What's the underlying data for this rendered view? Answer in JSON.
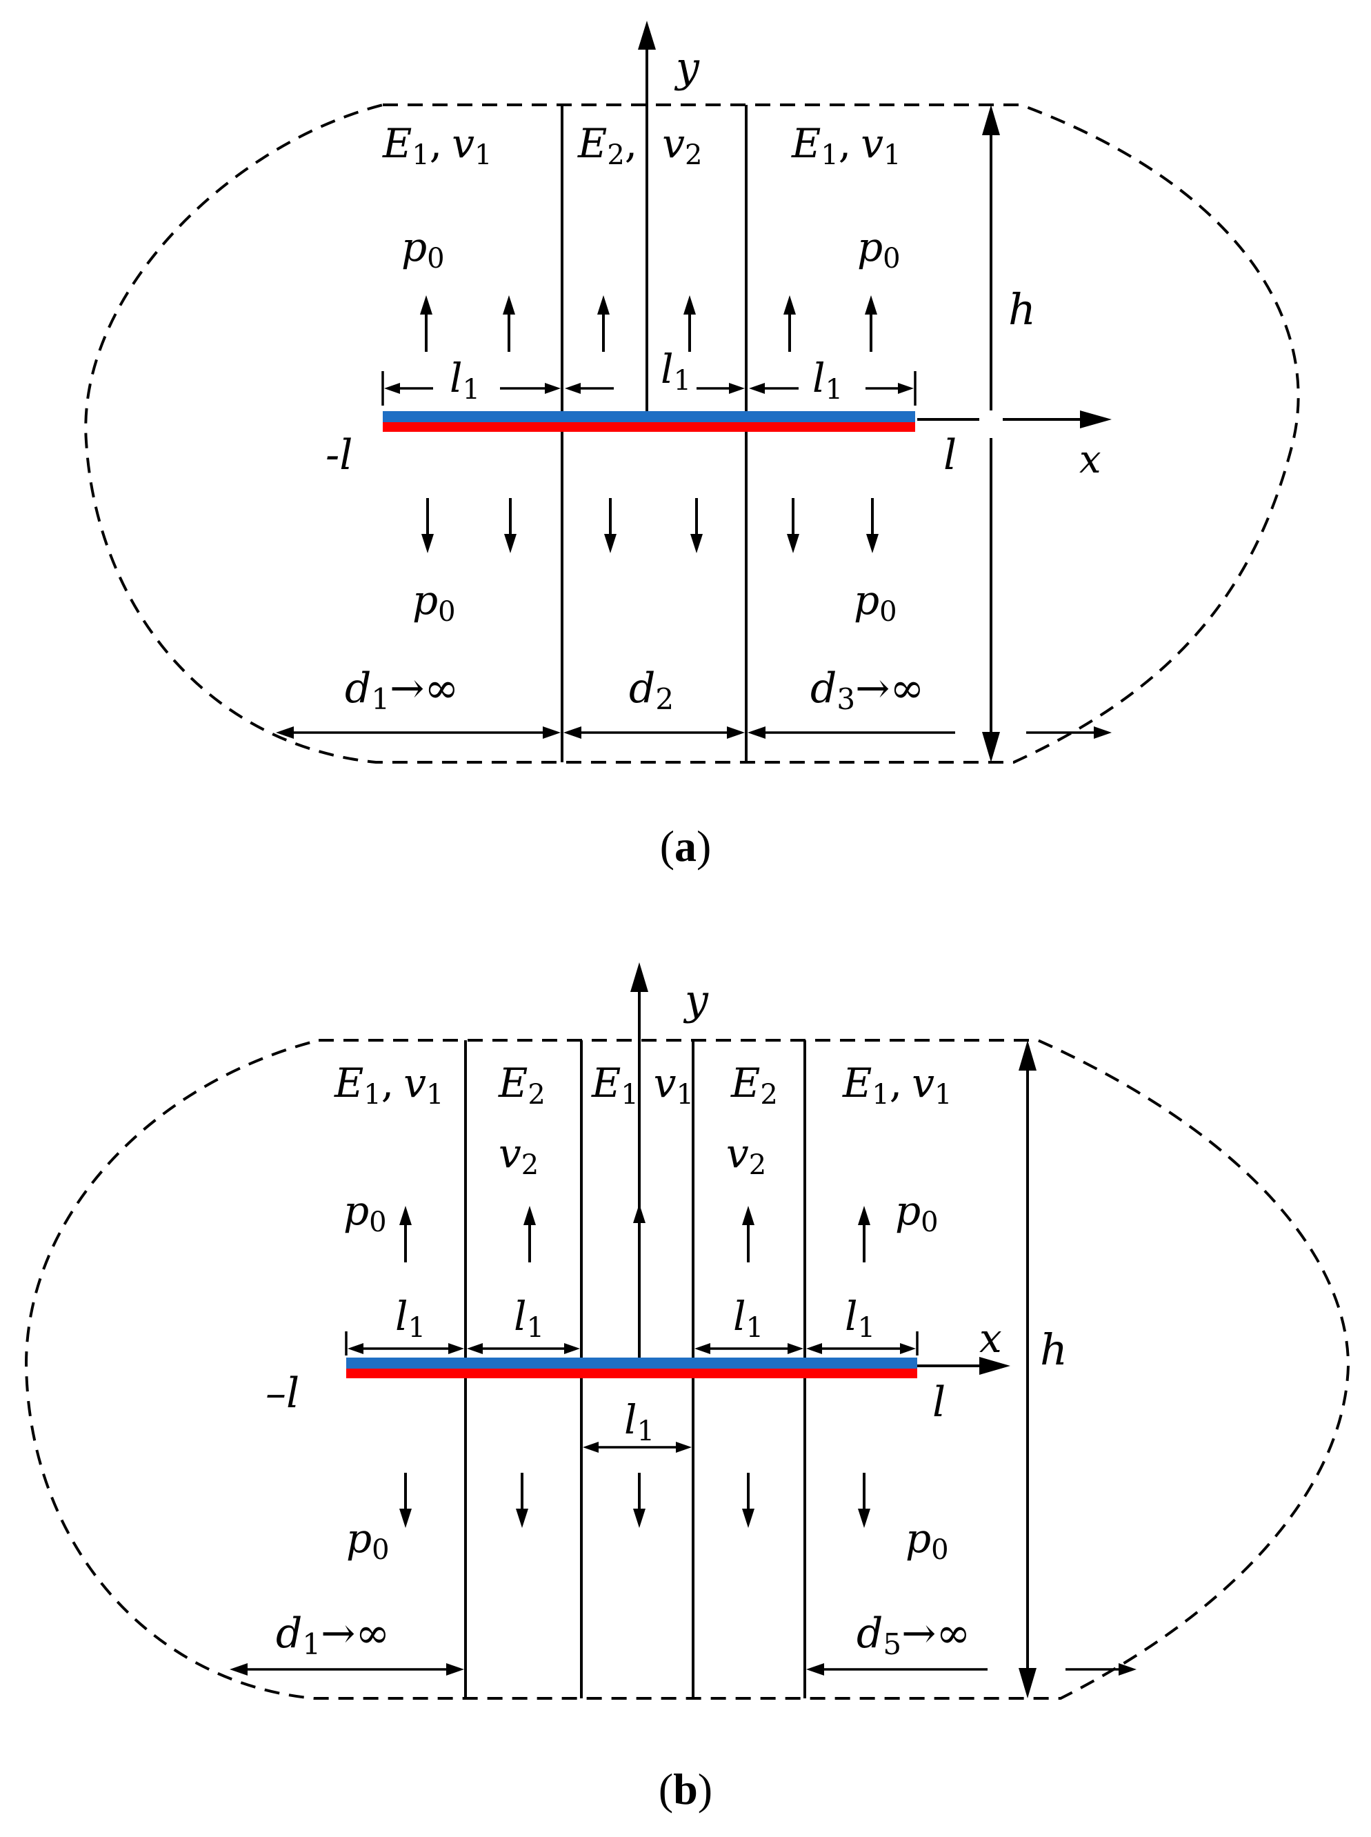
{
  "panels": [
    {
      "id": "a",
      "caption_open": "(",
      "caption_letter": "a",
      "caption_close": ")",
      "axis_x": "x",
      "axis_y": "y",
      "materials": [
        {
          "E_base": "E",
          "E_sub": "1",
          "sep": ",",
          "v_base": "v",
          "v_sub": "1"
        },
        {
          "E_base": "E",
          "E_sub": "2",
          "sep": ",",
          "v_base": "v",
          "v_sub": "2"
        },
        {
          "E_base": "E",
          "E_sub": "1",
          "sep": ",",
          "v_base": "v",
          "v_sub": "1"
        }
      ],
      "load": {
        "base": "p",
        "sub": "0"
      },
      "crack_segment": {
        "base": "l",
        "sub": "1"
      },
      "left_tip": "-l",
      "right_tip": "l",
      "height": "h",
      "widths": [
        {
          "base": "d",
          "sub": "1",
          "suffix": "→∞"
        },
        {
          "base": "d",
          "sub": "2",
          "suffix": ""
        },
        {
          "base": "d",
          "sub": "3",
          "suffix": "→∞"
        }
      ]
    },
    {
      "id": "b",
      "caption_open": "(",
      "caption_letter": "b",
      "caption_close": ")",
      "axis_x": "x",
      "axis_y": "y",
      "materials": [
        {
          "E_base": "E",
          "E_sub": "1",
          "sep": ",",
          "v_base": "v",
          "v_sub": "1"
        },
        {
          "E_base": "E",
          "E_sub": "2",
          "v_base": "v",
          "v_sub": "2"
        },
        {
          "E_base": "E",
          "E_sub": "1",
          "v_base": "v",
          "v_sub": "1"
        },
        {
          "E_base": "E",
          "E_sub": "2",
          "v_base": "v",
          "v_sub": "2"
        },
        {
          "E_base": "E",
          "E_sub": "1",
          "sep": ",",
          "v_base": "v",
          "v_sub": "1"
        }
      ],
      "load": {
        "base": "p",
        "sub": "0"
      },
      "crack_segment": {
        "base": "l",
        "sub": "1"
      },
      "left_tip": "–l",
      "right_tip": "l",
      "height": "h",
      "widths": [
        {
          "base": "d",
          "sub": "1",
          "suffix": "→∞"
        },
        {
          "base": "d",
          "sub": "5",
          "suffix": "→∞"
        }
      ]
    }
  ],
  "colors": {
    "crack_top": "#1f6fc4",
    "crack_bottom": "#ff0000",
    "ink": "#000000"
  }
}
